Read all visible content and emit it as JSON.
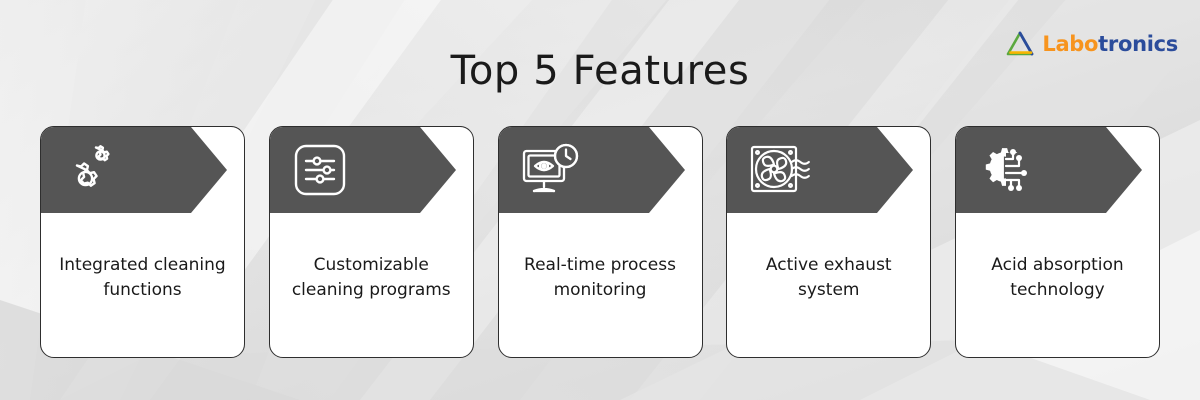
{
  "header": {
    "title": "Top 5 Features",
    "brand": {
      "mark_icon": "triangle-logo-icon",
      "name_part_1": "Labo",
      "name_part_2": "tronics",
      "color_part_1": "#F7941E",
      "color_part_2": "#2B4C9B",
      "mark_color_left": "#5BA83F",
      "mark_color_right": "#2B4C9B",
      "mark_color_bottom": "#F7B500"
    }
  },
  "theme": {
    "banner_color": "#555555",
    "card_background": "#FFFFFF",
    "card_border": "#2E2E2E",
    "page_background": "#E2E2E2",
    "text_color": "#1A1A1A"
  },
  "cards": [
    {
      "icon": "gears-icon",
      "label": "Integrated cleaning functions"
    },
    {
      "icon": "sliders-settings-icon",
      "label": "Customizable cleaning programs"
    },
    {
      "icon": "monitor-eye-clock-icon",
      "label": "Real-time process monitoring"
    },
    {
      "icon": "exhaust-fan-airflow-icon",
      "label": "Active exhaust system"
    },
    {
      "icon": "gear-circuit-icon",
      "label": "Acid absorption technology"
    }
  ]
}
